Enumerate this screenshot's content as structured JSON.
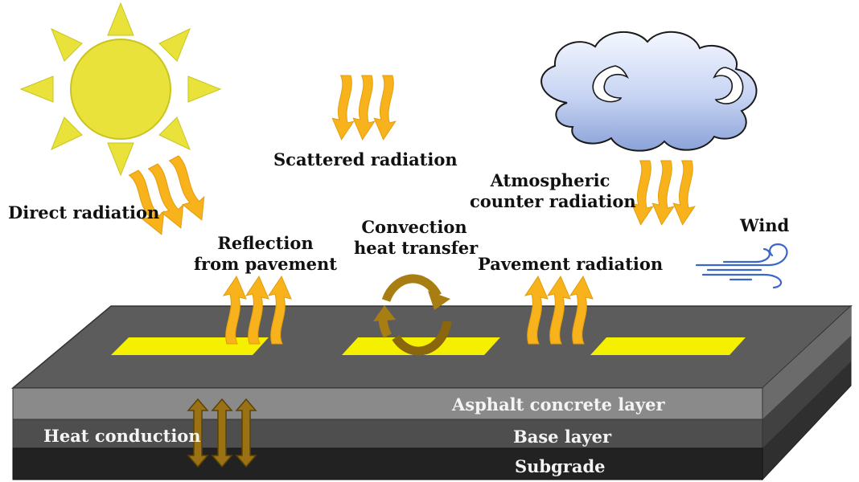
{
  "labels": {
    "direct_radiation": "Direct radiation",
    "scattered_radiation": "Scattered radiation",
    "atmospheric_line1": "Atmospheric",
    "atmospheric_line2": "counter radiation",
    "wind": "Wind",
    "reflection_line1": "Reflection",
    "reflection_line2": "from pavement",
    "convection_line1": "Convection",
    "convection_line2": "heat transfer",
    "pavement_radiation": "Pavement radiation",
    "asphalt_layer": "Asphalt concrete layer",
    "base_layer": "Base layer",
    "subgrade": "Subgrade",
    "heat_conduction": "Heat conduction"
  },
  "colors": {
    "sun": "#e8e23a",
    "sun_outline": "#c9c41f",
    "radiation_arrow": "#f7b21c",
    "lane_marking": "#f4f000",
    "convection_arrow": "#a87d12",
    "conduction_arrow": "#9a7214",
    "cloud_light": "#f2f6ff",
    "cloud_dark": "#8da6dc",
    "wind": "#3a66cc",
    "pavement_top": "#5c5c5c",
    "asphalt_layer": "#8a8a8a",
    "base_layer": "#4e4e4e",
    "subgrade": "#222222"
  },
  "icons": [
    "sun-icon",
    "cloud-icon",
    "wind-icon",
    "heat-arrow-icon",
    "convection-cycle-icon",
    "double-arrow-icon"
  ]
}
